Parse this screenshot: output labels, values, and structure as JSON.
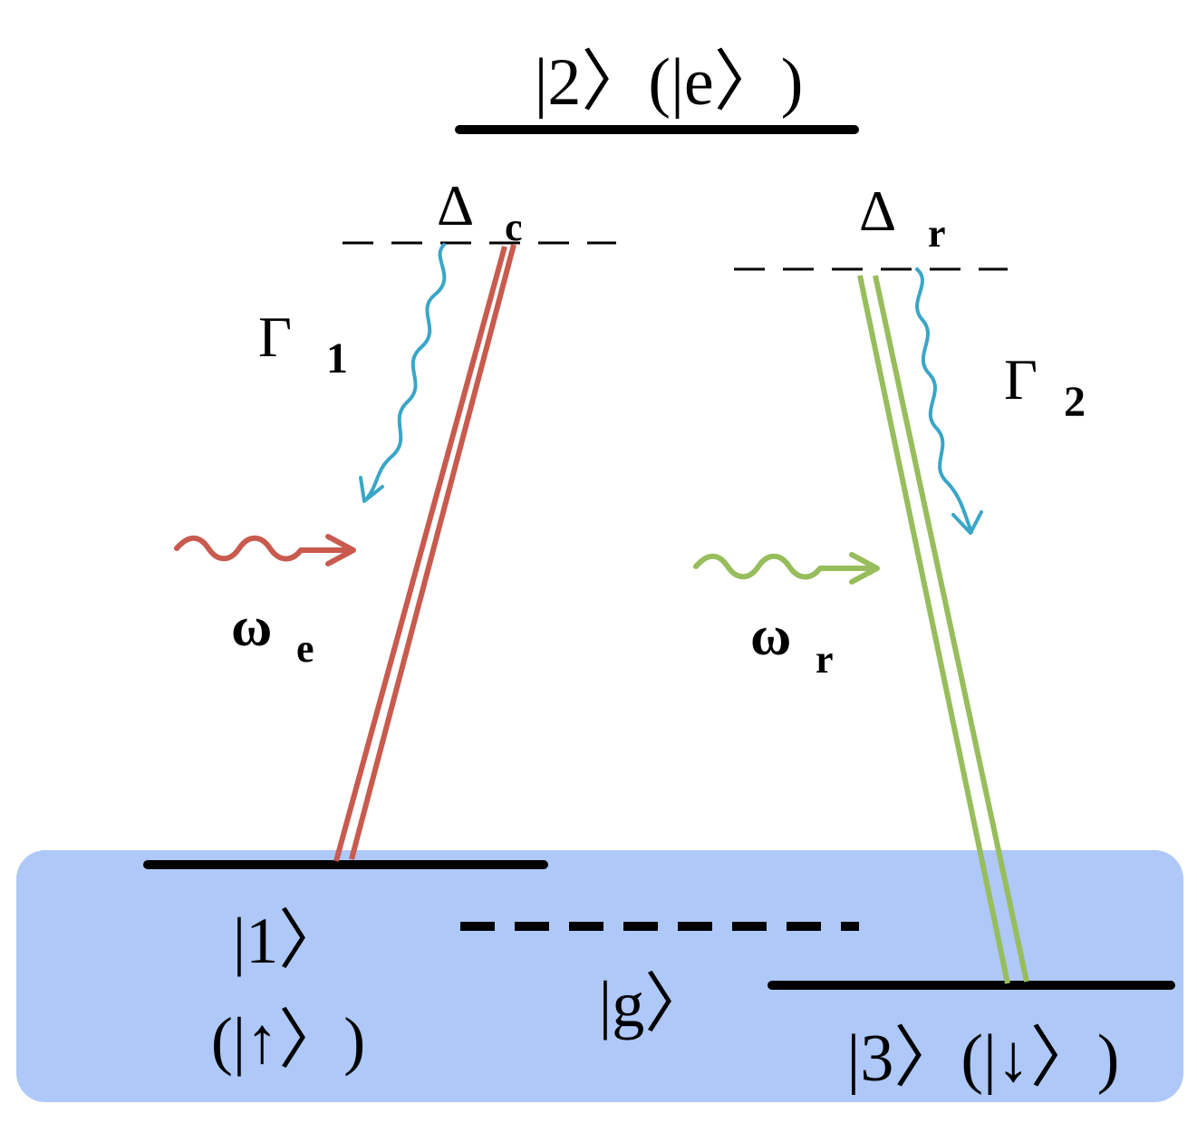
{
  "colors": {
    "background": "#ffffff",
    "ground_band": "#aec8f8",
    "level_line": "#000000",
    "excitation": "#c85a4e",
    "raman": "#97bd5c",
    "decay": "#3aa6c7"
  },
  "levels": {
    "excited": "|2〉(|e〉)",
    "state1_line1": "|1〉",
    "state1_line2": "(|↑〉)",
    "ground": "|g〉",
    "state3": "|3〉(|↓〉)"
  },
  "detunings": {
    "left": {
      "symbol": "Δ",
      "sub": "c"
    },
    "right": {
      "symbol": "Δ",
      "sub": "r"
    }
  },
  "decay_rates": {
    "left": {
      "symbol": "Γ",
      "sub": "1"
    },
    "right": {
      "symbol": "Γ",
      "sub": "2"
    }
  },
  "fields": {
    "left": {
      "symbol": "ω",
      "sub": "e"
    },
    "right": {
      "symbol": "ω",
      "sub": "r"
    }
  }
}
